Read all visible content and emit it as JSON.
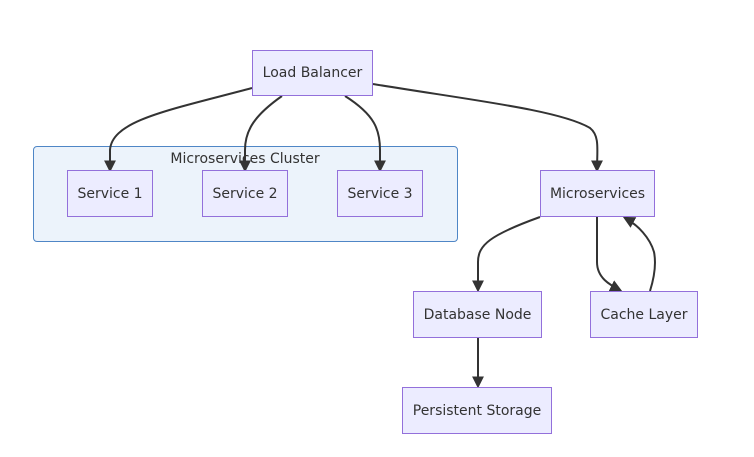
{
  "diagram": {
    "cluster": {
      "label": "Microservices Cluster"
    },
    "nodes": {
      "load_balancer": "Load Balancer",
      "service_1": "Service 1",
      "service_2": "Service 2",
      "service_3": "Service 3",
      "microservices": "Microservices",
      "database_node": "Database Node",
      "cache_layer": "Cache Layer",
      "persistent_storage": "Persistent Storage"
    },
    "edges": [
      {
        "from": "Load Balancer",
        "to": "Service 1"
      },
      {
        "from": "Load Balancer",
        "to": "Service 2"
      },
      {
        "from": "Load Balancer",
        "to": "Service 3"
      },
      {
        "from": "Load Balancer",
        "to": "Microservices"
      },
      {
        "from": "Microservices",
        "to": "Database Node"
      },
      {
        "from": "Microservices",
        "to": "Cache Layer"
      },
      {
        "from": "Cache Layer",
        "to": "Microservices"
      },
      {
        "from": "Database Node",
        "to": "Persistent Storage"
      }
    ]
  }
}
